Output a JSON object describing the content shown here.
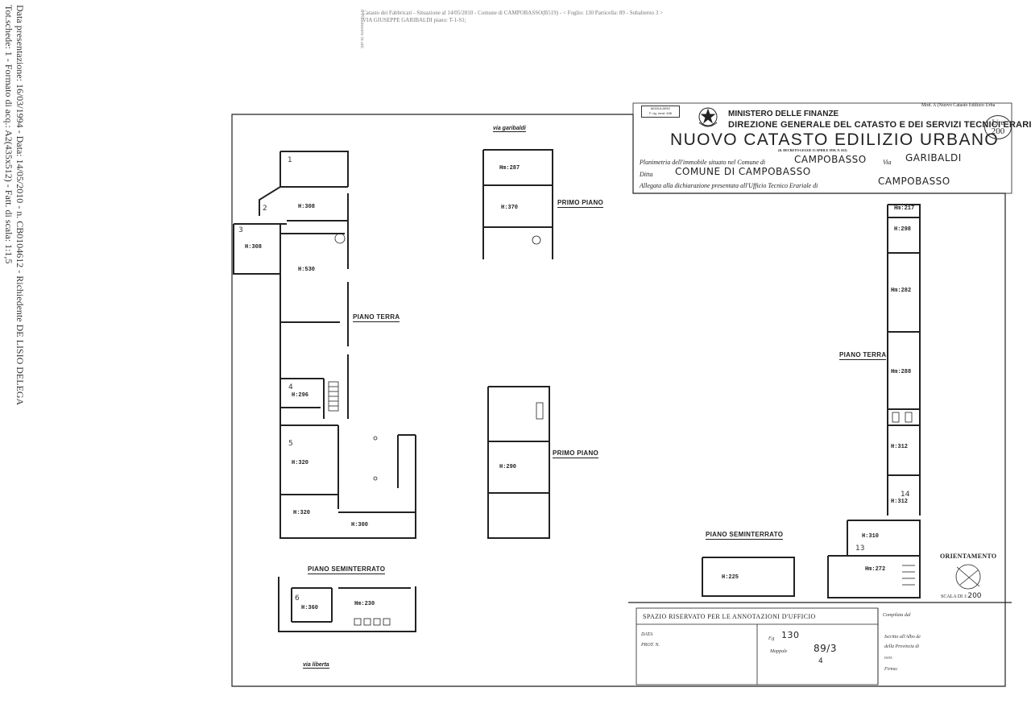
{
  "side_note": {
    "line1": "Data presentazione: 16/03/1994 - Data: 14/05/2010 - n. CB0104612 - Richiedente DE LISIO DELEGA",
    "line2": "Tot.schede: 1 - Formato di acq.: A2(435x512) - Fatt. di scala: 1:1,5"
  },
  "top_note": {
    "line1": "Catasto dei Fabbricati - Situazione al 14/05/2010 - Comune di CAMPOBASSO(B519) - < Foglio: 130 Particella: 89 - Subalterno 3 >",
    "line2": "VIA GIUSEPPE GARIBALDI piano: T-1-S1;",
    "vertical": "ti Planimetrie in atti"
  },
  "header": {
    "modulario": "MODULARIO",
    "mod_code": "F. rig. rend. 498",
    "mod_note": "Mod. A (Nuovo Catasto Edilizio Urba",
    "ministry": "MINISTERO DELLE FINANZE",
    "direction": "DIREZIONE GENERALE DEL CATASTO E DEI SERVIZI TECNICI ERARIALI",
    "title": "NUOVO CATASTO EDILIZIO URBANO",
    "decree": "(R. DECRETO-LEGGE 13 APRILE 1939, N. 652)",
    "lire_label": "Lire",
    "lire_value": "200"
  },
  "form": {
    "planimetria_label": "Planimetria dell'immobile situato nel Comune di",
    "comune_value": "CAMPOBASSO",
    "via_label": "Via",
    "via_value": "GARIBALDI",
    "ditta_label": "Ditta",
    "ditta_value": "COMUNE DI CAMPOBASSO",
    "allegata_label": "Allegata alla dichiarazione presentata all'Ufficio Tecnico Erariale di",
    "ufficio_value": "CAMPOBASSO"
  },
  "plan_labels": {
    "via_garibaldi": "via garibaldi",
    "via_liberta": "via liberta",
    "primo_piano_1": "PRIMO PIANO",
    "primo_piano_2": "PRIMO PIANO",
    "piano_terra_left": "PIANO TERRA",
    "piano_terra_right": "PIANO TERRA",
    "piano_seminterrato_left": "PIANO SEMINTERRATO",
    "piano_seminterrato_right": "PIANO SEMINTERRATO"
  },
  "rooms": {
    "r1": "H:308",
    "r2": "H:308",
    "r3": "H:530",
    "r4": "H:296",
    "r5": "H:320",
    "r6": "H:320",
    "r7": "H:300",
    "r8": "H:360",
    "r9": "Hm:230",
    "r10": "Hm:287",
    "r11": "H:370",
    "r12": "H:290",
    "r13": "Hm:217",
    "r14": "H:298",
    "r15": "Hm:282",
    "r16": "Hm:288",
    "r17": "H:312",
    "r18": "H:312",
    "r19": "H:310",
    "r20": "Hm:272",
    "r21": "H:225"
  },
  "marks": {
    "m1": "1",
    "m2": "2",
    "m3": "3",
    "m4": "4",
    "m5": "5",
    "m6": "6",
    "m13": "13",
    "m14": "14"
  },
  "footer": {
    "orientamento": "ORIENTAMENTO",
    "scala_label": "SCALA DI 1:",
    "scala_value": "200",
    "spazio": "SPAZIO RISERVATO PER LE ANNOTAZIONI D'UFFICIO",
    "data_label": "DATA",
    "prot_label": "PROT. N.",
    "fg_label": "F.g",
    "fg_value": "130",
    "mapp_label": "Mappale",
    "mapp_value": "89/3",
    "mapp_sub": "4",
    "compilata": "Compilata dal",
    "iscritto": "Iscritto all'Albo de",
    "provincia": "della Provincia di",
    "data2": "DATA",
    "firma": "Firma:"
  }
}
